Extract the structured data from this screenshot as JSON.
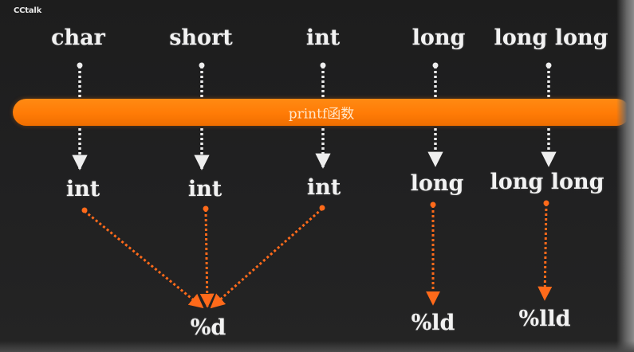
{
  "logo": "CCtalk",
  "input_types": [
    "char",
    "short",
    "int",
    "long",
    "long long"
  ],
  "band_label": "printf函数",
  "promoted_types": [
    "int",
    "int",
    "int",
    "long",
    "long long"
  ],
  "format_specifiers": [
    "%d",
    "%ld",
    "%lld"
  ],
  "colors": {
    "background": "#202021",
    "band": "#ff7b06",
    "white_arrow": "#eeeeee",
    "orange_arrow": "#ff6a1a",
    "text": "#f2f2f2"
  }
}
